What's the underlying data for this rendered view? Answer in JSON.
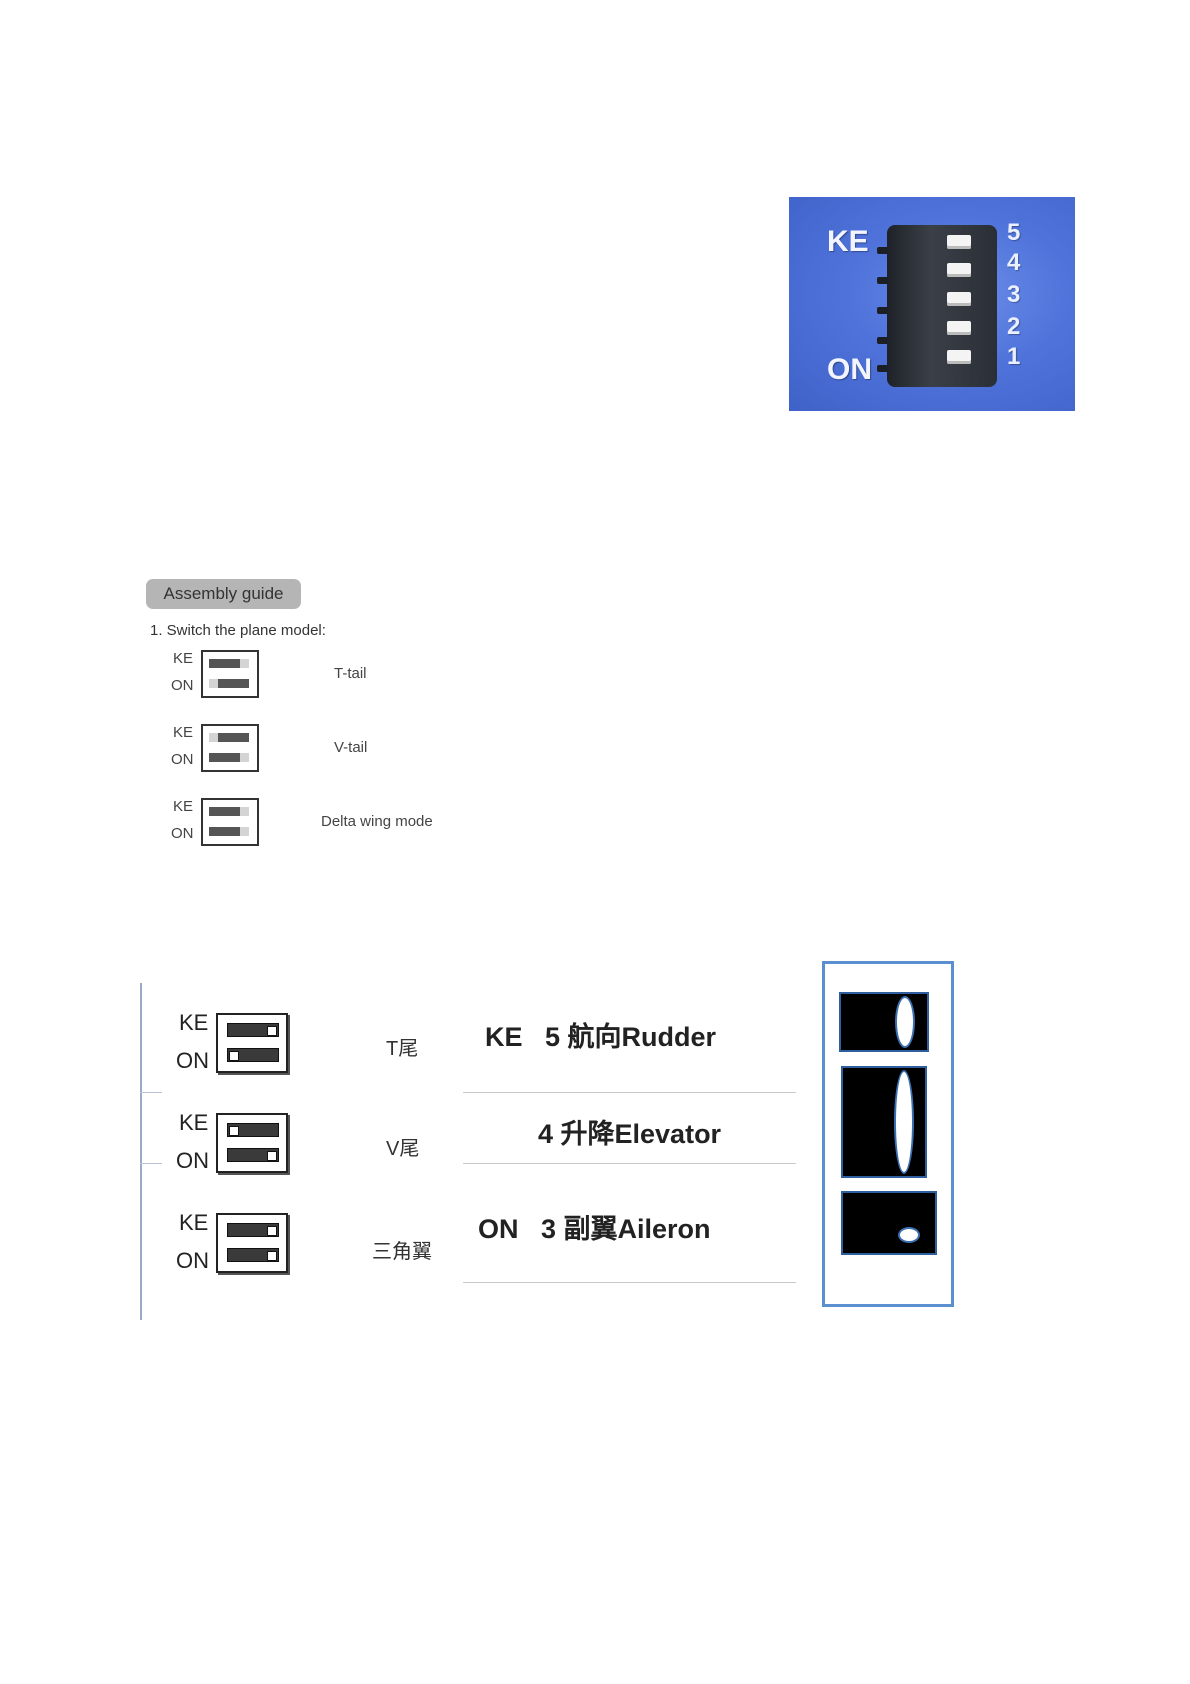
{
  "photo": {
    "ke_label": "KE",
    "on_label": "ON",
    "switch_numbers": [
      "5",
      "4",
      "3",
      "2",
      "1"
    ]
  },
  "assembly_guide": {
    "tab_label": "Assembly guide",
    "step": "1. Switch the plane model:",
    "rows": [
      {
        "ke": "KE",
        "on": "ON",
        "caption": "T-tail"
      },
      {
        "ke": "KE",
        "on": "ON",
        "caption": "V-tail"
      },
      {
        "ke": "KE",
        "on": "ON",
        "caption": "Delta wing mode"
      }
    ]
  },
  "diagram": {
    "rows": [
      {
        "ke": "KE",
        "on": "ON",
        "caption": "T尾"
      },
      {
        "ke": "KE",
        "on": "ON",
        "caption": "V尾"
      },
      {
        "ke": "KE",
        "on": "ON",
        "caption": "三角翼"
      }
    ],
    "functions": [
      {
        "prefix": "KE",
        "text": "5 航向Rudder"
      },
      {
        "prefix": "",
        "text": "4 升降Elevator"
      },
      {
        "prefix": "ON",
        "text": "3 副翼Aileron"
      }
    ]
  }
}
